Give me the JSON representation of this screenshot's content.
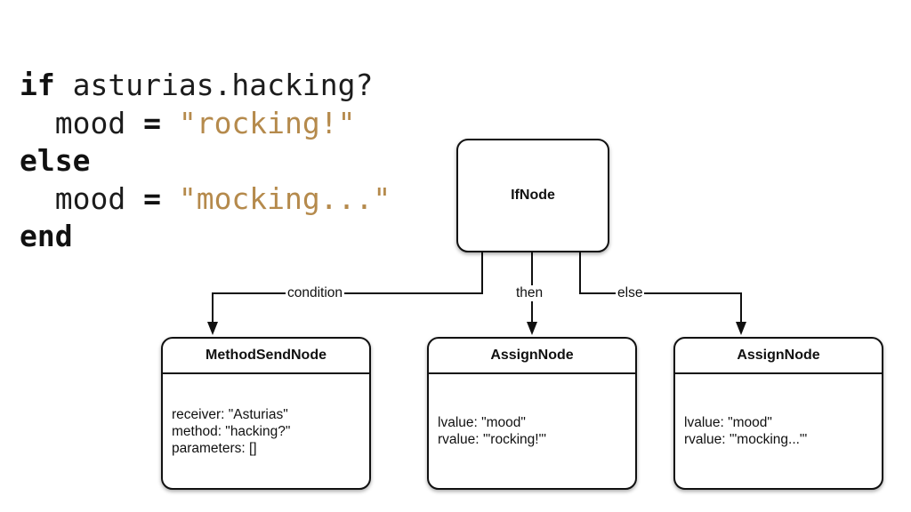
{
  "code": {
    "lines": [
      [
        {
          "t": "if",
          "c": "kw"
        },
        {
          "t": " asturias.hacking?",
          "c": ""
        }
      ],
      [
        {
          "t": "  mood ",
          "c": ""
        },
        {
          "t": "=",
          "c": "op"
        },
        {
          "t": " ",
          "c": ""
        },
        {
          "t": "\"rocking!\"",
          "c": "str"
        }
      ],
      [
        {
          "t": "else",
          "c": "kw"
        }
      ],
      [
        {
          "t": "  mood ",
          "c": ""
        },
        {
          "t": "=",
          "c": "op"
        },
        {
          "t": " ",
          "c": ""
        },
        {
          "t": "\"mocking...\"",
          "c": "str"
        }
      ],
      [
        {
          "t": "end",
          "c": "kw"
        }
      ]
    ]
  },
  "diagram": {
    "root": {
      "title": "IfNode"
    },
    "edges": {
      "condition": "condition",
      "then": "then",
      "else": "else"
    },
    "children": [
      {
        "title": "MethodSendNode",
        "props": [
          "receiver: \"Asturias\"",
          "method: \"hacking?\"",
          "parameters: []"
        ]
      },
      {
        "title": "AssignNode",
        "props": [
          "lvalue: \"mood\"",
          "rvalue: '\"rocking!\"'"
        ]
      },
      {
        "title": "AssignNode",
        "props": [
          "lvalue: \"mood\"",
          "rvalue: '\"mocking...\"'"
        ]
      }
    ]
  },
  "colors": {
    "string_literal": "#b58a4c",
    "ink": "#111111"
  }
}
